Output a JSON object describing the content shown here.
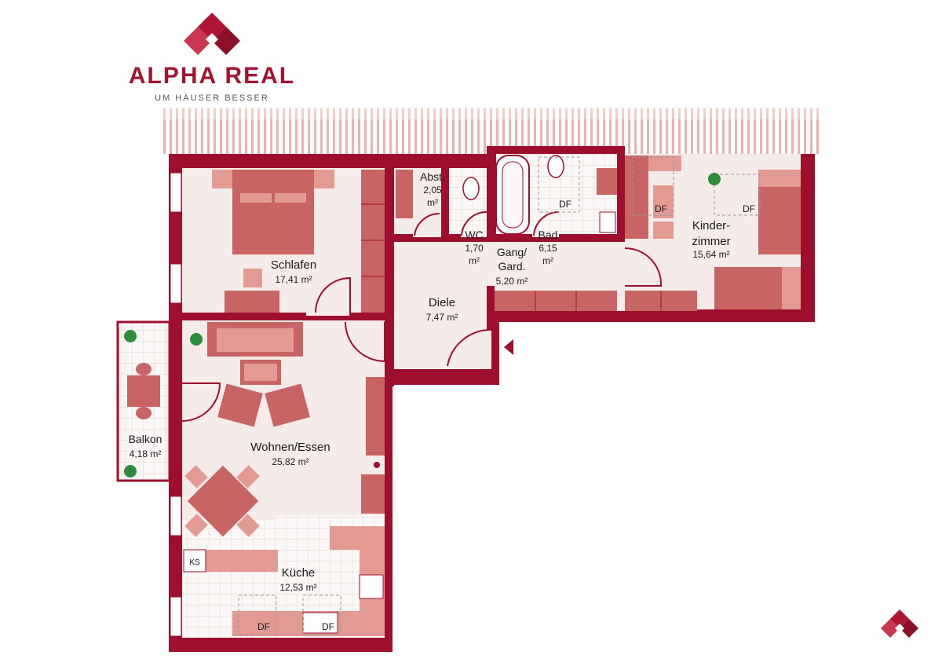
{
  "brand": {
    "name": "ALPHA REAL",
    "tagline": "UM HÄUSER BESSER",
    "color": "#a31430"
  },
  "colors": {
    "wall": "#9e0f2e",
    "floor": "#f5ecea",
    "furniture": "#c96464",
    "furniture_light": "#e39a92",
    "tile_grid": "#e2d0ce",
    "roof_stripe": "#e8a7a3"
  },
  "rooms": [
    {
      "name": "Schlafen",
      "area": "17,41 m²"
    },
    {
      "name": "Abst.",
      "area": "2,05",
      "area_unit": "m²"
    },
    {
      "name": "WC",
      "area": "1,70",
      "area_unit": "m²"
    },
    {
      "name": "Gang/",
      "name2": "Gard.",
      "area": "5,20 m²"
    },
    {
      "name": "Bad",
      "area": "6,15",
      "area_unit": "m²"
    },
    {
      "name": "Kinder-",
      "name2": "zimmer",
      "area": "15,64 m²"
    },
    {
      "name": "Diele",
      "area": "7,47 m²"
    },
    {
      "name": "Balkon",
      "area": "4,18 m²"
    },
    {
      "name": "Wohnen/Essen",
      "area": "25,82 m²"
    },
    {
      "name": "Küche",
      "area": "12,53 m²"
    }
  ],
  "markers": {
    "roof_window": "DF",
    "fridge": "KS"
  },
  "icons": [
    "logo-icon",
    "plant-icon",
    "entrance-arrow-icon",
    "corner-logo-icon"
  ]
}
